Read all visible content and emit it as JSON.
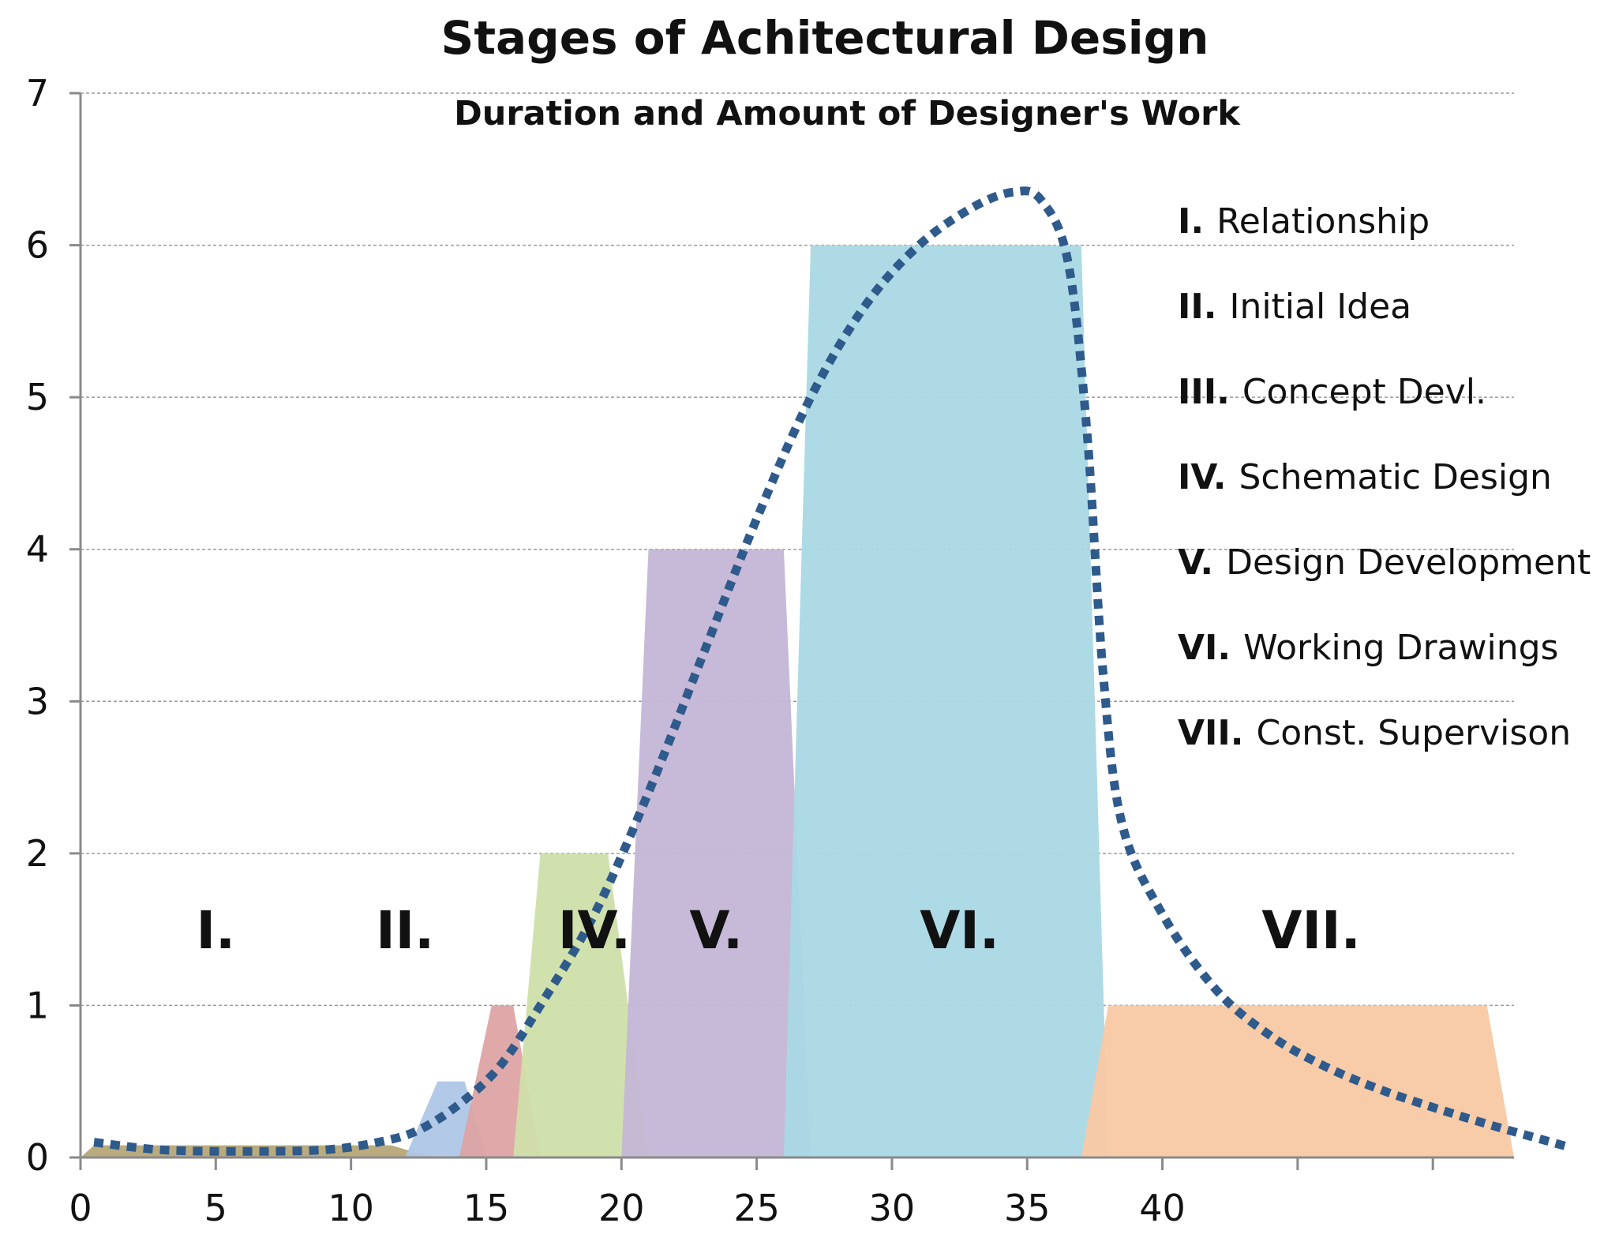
{
  "chart_data": {
    "type": "area",
    "title": "Stages of Achitectural Design",
    "subtitle": "Duration and Amount of Designer's Work",
    "xlabel": "",
    "ylabel": "",
    "xlim": [
      0,
      53
    ],
    "ylim": [
      0,
      7
    ],
    "x_ticks": [
      0,
      5,
      10,
      15,
      20,
      25,
      30,
      35,
      40,
      45,
      50
    ],
    "x_tick_labels": [
      "0",
      "5",
      "10",
      "15",
      "20",
      "25",
      "30",
      "35",
      "40",
      "",
      ""
    ],
    "y_ticks": [
      0,
      1,
      2,
      3,
      4,
      5,
      6,
      7
    ],
    "y_tick_labels": [
      "0",
      "1",
      "2",
      "3",
      "4",
      "5",
      "6",
      "7"
    ],
    "grid": true,
    "series": [
      {
        "label": "I.",
        "color": "#b5a677",
        "points": [
          [
            0,
            0
          ],
          [
            0.5,
            0.08
          ],
          [
            11.5,
            0.08
          ],
          [
            13,
            0
          ]
        ],
        "label_pos": [
          5,
          1.5
        ]
      },
      {
        "label": "II.",
        "color": "#aec6e6",
        "points": [
          [
            12,
            0
          ],
          [
            13.2,
            0.5
          ],
          [
            14.2,
            0.5
          ],
          [
            15,
            0
          ]
        ],
        "label_pos": [
          12,
          1.5
        ]
      },
      {
        "label": "III.",
        "color": "#dda4a4",
        "points": [
          [
            14,
            0
          ],
          [
            15.2,
            1
          ],
          [
            16,
            1
          ],
          [
            17,
            0
          ]
        ],
        "label_pos": null
      },
      {
        "label": "IV.",
        "color": "#cfdfaa",
        "points": [
          [
            16,
            0
          ],
          [
            17,
            2
          ],
          [
            19.5,
            2
          ],
          [
            21,
            0
          ]
        ],
        "label_pos": [
          19,
          1.5
        ]
      },
      {
        "label": "V.",
        "color": "#c4b6d6",
        "points": [
          [
            20,
            0
          ],
          [
            21,
            4
          ],
          [
            26,
            4
          ],
          [
            27,
            0
          ]
        ],
        "label_pos": [
          23.5,
          1.5
        ]
      },
      {
        "label": "VI.",
        "color": "#a9d8e4",
        "points": [
          [
            26,
            0
          ],
          [
            27,
            6
          ],
          [
            37,
            6
          ],
          [
            38,
            0
          ]
        ],
        "label_pos": [
          32.5,
          1.5
        ]
      },
      {
        "label": "VII.",
        "color": "#f8c9a4",
        "points": [
          [
            37,
            0
          ],
          [
            38,
            1
          ],
          [
            52,
            1
          ],
          [
            53,
            0
          ]
        ],
        "label_pos": [
          45.5,
          1.5
        ]
      }
    ],
    "curve": {
      "color": "#2f5a8c",
      "style": "dotted",
      "points": [
        [
          0.5,
          0.1
        ],
        [
          3,
          0.05
        ],
        [
          6,
          0.04
        ],
        [
          9,
          0.05
        ],
        [
          11,
          0.1
        ],
        [
          12.5,
          0.18
        ],
        [
          14,
          0.35
        ],
        [
          15.5,
          0.6
        ],
        [
          17,
          1.0
        ],
        [
          19,
          1.6
        ],
        [
          21,
          2.4
        ],
        [
          23,
          3.3
        ],
        [
          25,
          4.2
        ],
        [
          27,
          5.0
        ],
        [
          29,
          5.6
        ],
        [
          31,
          6.0
        ],
        [
          33,
          6.25
        ],
        [
          34.5,
          6.35
        ],
        [
          35.5,
          6.3
        ],
        [
          36.5,
          5.9
        ],
        [
          37.2,
          4.8
        ],
        [
          37.8,
          3.2
        ],
        [
          38.5,
          2.2
        ],
        [
          40,
          1.6
        ],
        [
          42,
          1.1
        ],
        [
          44,
          0.8
        ],
        [
          46,
          0.6
        ],
        [
          48,
          0.45
        ],
        [
          50,
          0.33
        ],
        [
          52,
          0.22
        ],
        [
          55,
          0.07
        ]
      ]
    },
    "legend": [
      {
        "num": "I.",
        "name": "Relationship"
      },
      {
        "num": "II.",
        "name": "Initial Idea"
      },
      {
        "num": "III.",
        "name": "Concept Devl."
      },
      {
        "num": "IV.",
        "name": "Schematic Design"
      },
      {
        "num": "V.",
        "name": "Design Development"
      },
      {
        "num": "VI.",
        "name": "Working Drawings"
      },
      {
        "num": "VII.",
        "name": "Const. Supervison"
      }
    ],
    "legend_position": "top-right"
  }
}
